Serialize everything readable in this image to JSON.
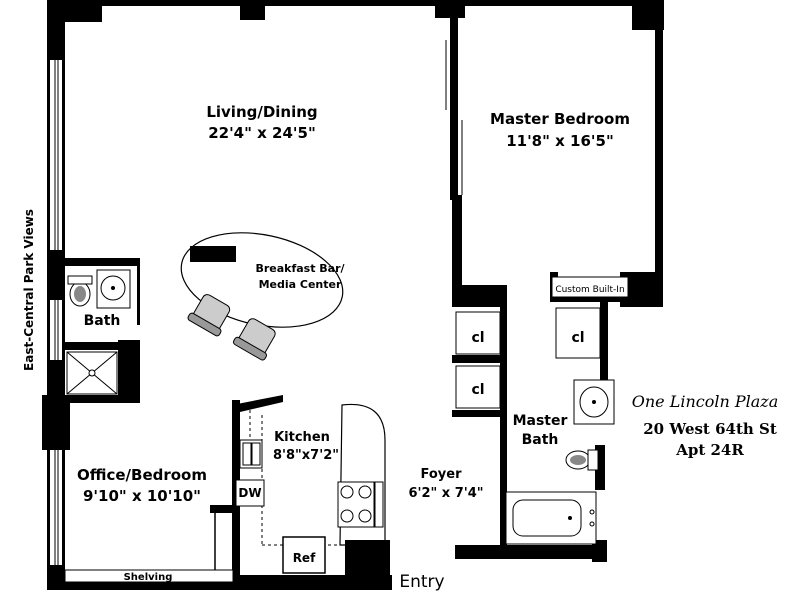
{
  "rooms": {
    "living": {
      "name": "Living/Dining",
      "dims": "22'4\" x 24'5\""
    },
    "master": {
      "name": "Master Bedroom",
      "dims": "11'8\" x 16'5\""
    },
    "office": {
      "name": "Office/Bedroom",
      "dims": "9'10\" x 10'10\""
    },
    "kitchen": {
      "name": "Kitchen",
      "dims": "8'8\"x7'2\""
    },
    "foyer": {
      "name": "Foyer",
      "dims": "6'2\" x 7'4\""
    },
    "bath": {
      "name": "Bath"
    },
    "master_bath": {
      "line1": "Master",
      "line2": "Bath"
    }
  },
  "fixtures": {
    "breakfast_line1": "Breakfast Bar/",
    "breakfast_line2": "Media Center",
    "custom_builtin": "Custom Built-In",
    "closet": "cl",
    "dishwasher": "DW",
    "refrigerator": "Ref",
    "shelving": "Shelving"
  },
  "labels": {
    "entry": "Entry",
    "views": "East-Central Park Views"
  },
  "address": {
    "building": "One Lincoln Plaza",
    "street": "20 West 64th St",
    "apt": "Apt 24R"
  }
}
